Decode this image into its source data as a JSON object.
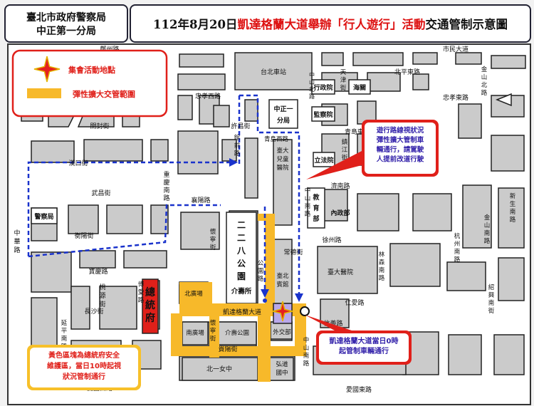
{
  "header": {
    "agency_line1": "臺北市政府警察局",
    "agency_line2": "中正第一分局",
    "title_date": "112年8月20日",
    "title_event": "凱達格蘭大道舉辦「行人遊行」活動",
    "title_suffix": "交通管制示意圖"
  },
  "legend": {
    "gathering_label": "集會活動地點",
    "expansion_label": "彈性擴大交管範圍"
  },
  "callouts": {
    "route_text": [
      "遊行路線視狀況",
      "彈性擴大管制車",
      "輛通行，請駕駛",
      "人提前改道行駛"
    ],
    "ketagalan_text": [
      "凱達格蘭大道當日0時",
      "起管制車輛通行"
    ],
    "security_text": [
      "黃色區塊為總統府安全",
      "維護區，當日10時起視",
      "狀況管制通行"
    ]
  },
  "map": {
    "buildings": {
      "taipei_station": "台北車站",
      "executive_yuan": "行政院",
      "control_yuan": "監察院",
      "legislative_yuan": "立法院",
      "precinct_line1": "中正一",
      "precinct_line2": "分局",
      "customs": "海關",
      "police_hq": "警察局",
      "ntu_childrens": [
        "臺大",
        "兒童",
        "醫院"
      ],
      "education": [
        "教",
        "育",
        "部"
      ],
      "interior": "內政部",
      "ntu_hospital": "臺大醫院",
      "park_228": [
        "二",
        "二",
        "八",
        "公",
        "園"
      ],
      "jieshousuo": "介壽所",
      "presidential": [
        "總",
        "統",
        "府"
      ],
      "beihuang": "北廣場",
      "nanhuang": "南廣場",
      "jieshou_park": "介壽公園",
      "taipei_first_girls": "北一女中",
      "foreign_affairs": "外交部",
      "hongdao": [
        "弘道",
        "國中"
      ],
      "taibei_fuyuan": [
        "臺北",
        "賓館"
      ]
    },
    "roads": {
      "zhengzhou": "鄭州路",
      "shimin": "市民大道",
      "beiping": "北平東路",
      "zhongxiao_w": "忠孝西路",
      "zhongxiao_e": "忠孝東路",
      "kaifeng": "開封街",
      "hankou": "漢口街",
      "wuchang": "武昌街",
      "hengyang": "衡陽街",
      "chongqing_s": [
        "重",
        "慶",
        "南",
        "路"
      ],
      "xuchang": "許昌街",
      "qingdao_w": "青島西路",
      "qingdao_e": "青島東路",
      "xiangyang": "襄陽路",
      "guanqian": [
        "館",
        "前",
        "路"
      ],
      "zhonghua": [
        "中",
        "華",
        "路"
      ],
      "baoqing": "寶慶路",
      "taoyuan": [
        "桃",
        "源",
        "街"
      ],
      "changsha": "長沙街",
      "yanping_s": [
        "延",
        "平",
        "南",
        "路"
      ],
      "boai": [
        "博",
        "愛",
        "路"
      ],
      "huaining": [
        "懷",
        "寧",
        "街"
      ],
      "changde": "常德街",
      "gongyuan": [
        "公",
        "園",
        "路"
      ],
      "ketagalan": "凱達格蘭大道",
      "guiyang": "貴陽街",
      "aiguo_w": "愛國西路",
      "aiguo_e": "愛國東路",
      "zhongshan_s_upper": [
        "中",
        "山",
        "南",
        "路"
      ],
      "zhongshan_s_lower": [
        "中",
        "山",
        "南",
        "路"
      ],
      "jinan": "濟南路",
      "xuzhou": "徐州路",
      "linsen_s": [
        "林",
        "森",
        "南",
        "路"
      ],
      "hangzhou_s": [
        "杭",
        "州",
        "南",
        "路"
      ],
      "ren_ai": "仁愛路",
      "xinyi": "信義路",
      "shaoxing_s": [
        "紹",
        "興",
        "南",
        "街"
      ],
      "jinshan_n": [
        "金",
        "山",
        "北",
        "路"
      ],
      "jinshan_s": [
        "金",
        "山",
        "南",
        "路"
      ],
      "xinsheng_s": [
        "新",
        "生",
        "南",
        "路"
      ],
      "zhenjiang": [
        "鎮",
        "江",
        "街"
      ],
      "tianjin": [
        "天",
        "津",
        "街"
      ],
      "zhongshan_n": [
        "中",
        "山",
        "北",
        "路"
      ]
    }
  },
  "colors": {
    "block_fill": "#cbcbcb",
    "block_stroke": "#222222",
    "control_zone": "#f7b92a",
    "route_line": "#1a33cc",
    "callout_red": "#e0201a",
    "gathering_star": "#e42020"
  }
}
